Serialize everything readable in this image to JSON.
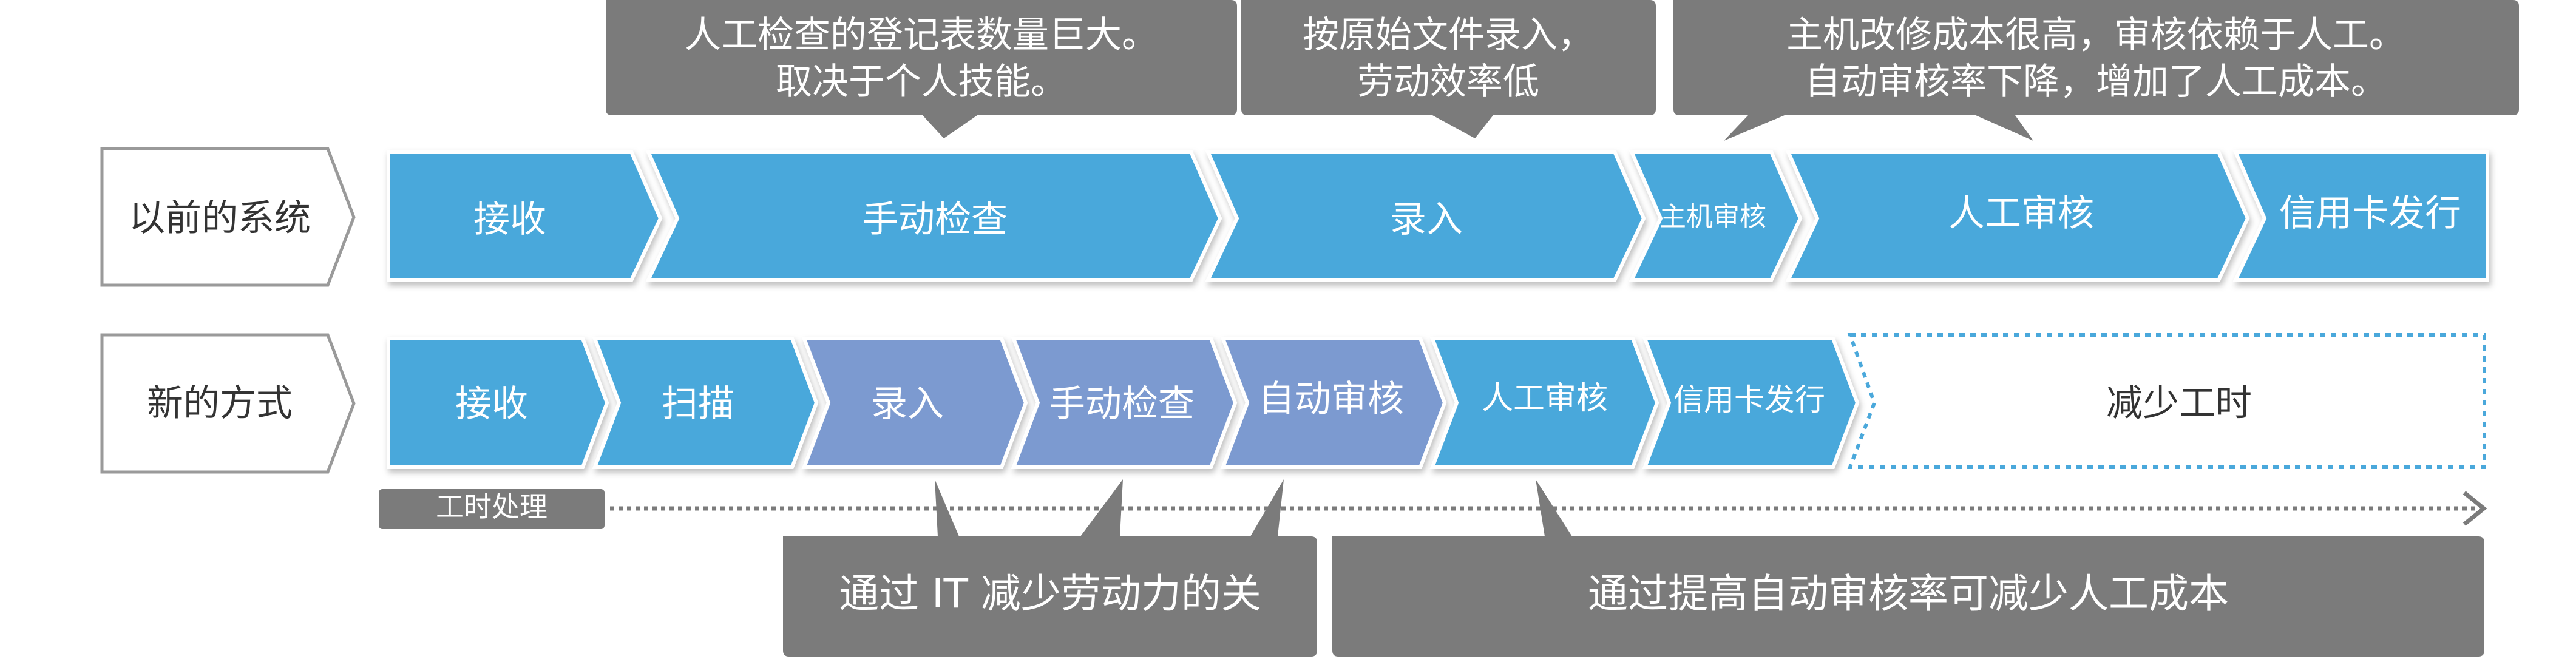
{
  "callouts_top": [
    {
      "line1": "人工检查的登记表数量巨大。",
      "line2": "取决于个人技能。"
    },
    {
      "line1": "按原始文件录入，",
      "line2": "劳动效率低"
    },
    {
      "line1": "主机改修成本很高，审核依赖于人工。",
      "line2": "自动审核率下降，增加了人工成本。"
    }
  ],
  "old_system": {
    "label": "以前的系统",
    "steps": [
      "接收",
      "手动检查",
      "录入",
      "主机审核",
      "人工审核",
      "信用卡发行"
    ]
  },
  "new_system": {
    "label": "新的方式",
    "steps": [
      "接收",
      "扫描",
      "录入",
      "手动检查",
      "自动审核",
      "人工审核",
      "信用卡发行"
    ],
    "reduced_label": "减少工时"
  },
  "timeline_label": "工时处理",
  "callouts_bottom": [
    {
      "text": "通过 IT 减少劳动力的关"
    },
    {
      "text": "通过提高自动审核率可减少人工成本"
    }
  ],
  "colors": {
    "blue": "#4aa8db",
    "purple": "#7b9ad0",
    "gray": "#7b7b7b",
    "white": "#ffffff",
    "dotted": "#4aa8db"
  }
}
